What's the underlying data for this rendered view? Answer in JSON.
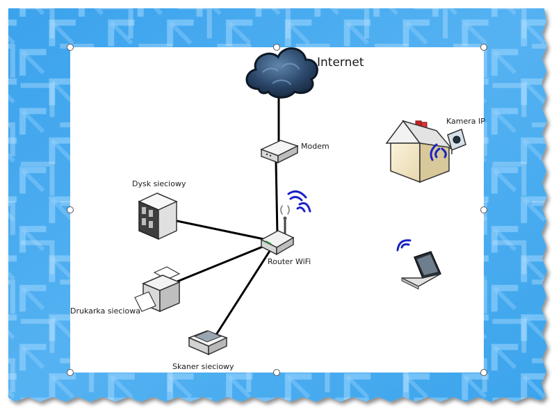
{
  "diagram": {
    "nodes": {
      "internet": {
        "label": "Internet",
        "icon": "cloud-icon"
      },
      "modem": {
        "label": "Modem",
        "icon": "modem-icon"
      },
      "router": {
        "label": "Router WiFi",
        "icon": "wifi-router-icon"
      },
      "nas": {
        "label": "Dysk sieciowy",
        "icon": "server-icon"
      },
      "printer": {
        "label": "Drukarka sieciowa",
        "icon": "printer-icon"
      },
      "scanner": {
        "label": "Skaner sieciowy",
        "icon": "scanner-icon"
      },
      "camera": {
        "label": "Kamera IP",
        "icon": "ip-camera-icon"
      },
      "house": {
        "icon": "house-icon"
      },
      "laptop": {
        "icon": "laptop-icon"
      }
    },
    "links": [
      [
        "internet",
        "modem"
      ],
      [
        "modem",
        "router"
      ],
      [
        "router",
        "nas"
      ],
      [
        "router",
        "printer"
      ],
      [
        "router",
        "scanner"
      ]
    ],
    "colors": {
      "frame_background": "#44a8ee",
      "canvas": "#ffffff",
      "link": "#000000",
      "wifi_waves": "#1a22c8",
      "cloud": "#1e3550"
    }
  }
}
